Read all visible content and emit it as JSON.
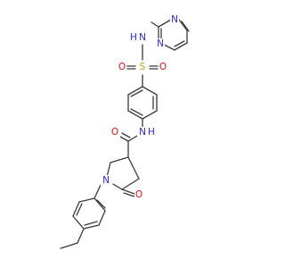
{
  "molecule": {
    "atoms": [
      {
        "id": "N1",
        "label": "N",
        "element": "N",
        "color": "#2a2ad6"
      },
      {
        "id": "N2",
        "label": "N",
        "element": "N",
        "color": "#2a2ad6"
      },
      {
        "id": "NH_sulfonamide",
        "label": "N",
        "element": "N",
        "color": "#2a2ad6"
      },
      {
        "id": "H_sulfonamide",
        "label": "H",
        "element": "H",
        "color": "#2a2ad6"
      },
      {
        "id": "O_s1",
        "label": "O",
        "element": "O",
        "color": "#e01010"
      },
      {
        "id": "S",
        "label": "S",
        "element": "S",
        "color": "#b5a800"
      },
      {
        "id": "O_s2",
        "label": "O",
        "element": "O",
        "color": "#e01010"
      },
      {
        "id": "O_amide",
        "label": "O",
        "element": "O",
        "color": "#e01010"
      },
      {
        "id": "N_amide",
        "label": "N",
        "element": "N",
        "color": "#2a2ad6"
      },
      {
        "id": "H_amide",
        "label": "H",
        "element": "H",
        "color": "#2a2ad6"
      },
      {
        "id": "N_ring",
        "label": "N",
        "element": "N",
        "color": "#2a2ad6"
      },
      {
        "id": "O_ketone",
        "label": "O",
        "element": "O",
        "color": "#e01010"
      }
    ]
  }
}
